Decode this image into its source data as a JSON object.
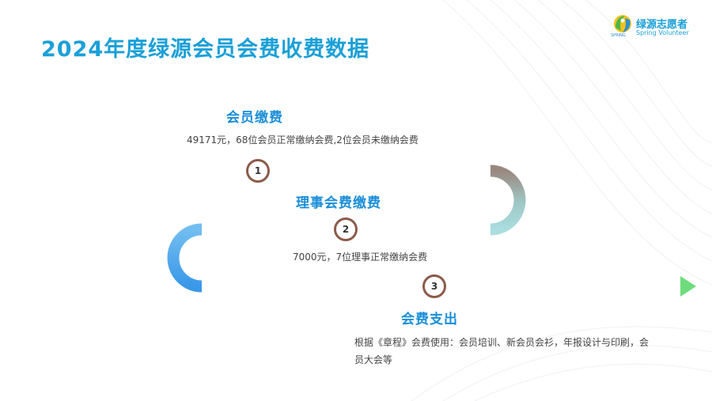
{
  "page": {
    "title": "2024年度绿源会员会费收费数据"
  },
  "logo": {
    "name_cn": "绿源志愿者",
    "name_en": "Spring Volunteer",
    "sub": "SPRING"
  },
  "steps": [
    {
      "number": "1",
      "title": "会员缴费",
      "desc": "49171元，68位会员正常缴纳会费,2位会员未缴纳会费"
    },
    {
      "number": "2",
      "title": "理事会费缴费",
      "desc": "7000元，7位理事正常缴纳会费"
    },
    {
      "number": "3",
      "title": "会费支出",
      "desc": "根据《章程》会费使用：会员培训、新会员会衫，年报设计与印刷，会员大会等"
    }
  ],
  "colors": {
    "title": "#1aa0d8",
    "node_border": "#8b5a4a",
    "track_brown": "#8a6a5c",
    "track_teal": "#a9dde0",
    "track_blue": "#2e92e6",
    "track_green": "#4ccf5a"
  }
}
